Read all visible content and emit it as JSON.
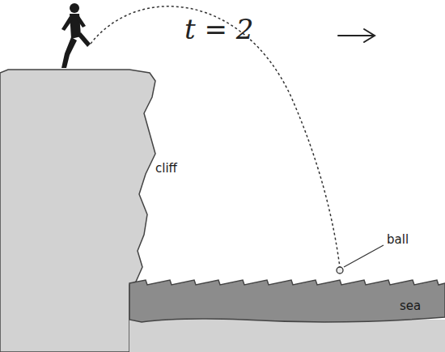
{
  "diagram": {
    "labels": [
      "t = 2",
      "cliff",
      "ball",
      "sea"
    ]
  }
}
